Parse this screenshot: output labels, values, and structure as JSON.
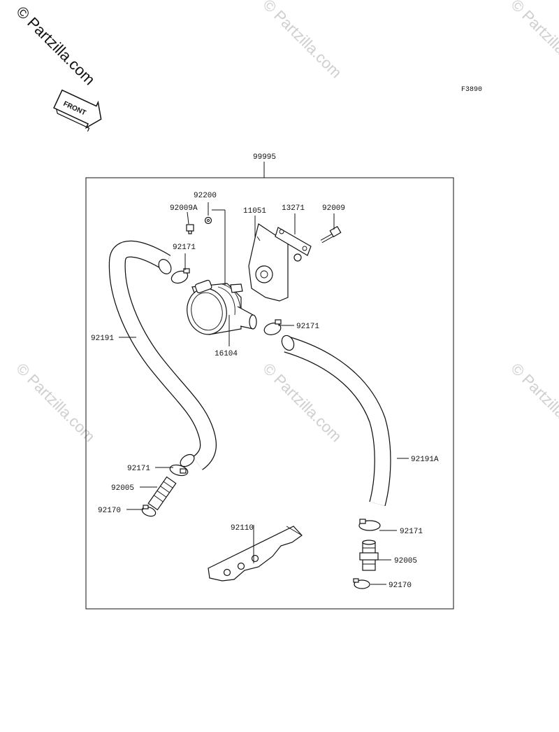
{
  "watermarks": {
    "primary": "© Partzilla.com",
    "faint": "© Partzilla.com"
  },
  "front_arrow": {
    "label": "FRONT"
  },
  "diagram_id": "F3890",
  "parts": {
    "kit": "99995",
    "washer": "92200",
    "bolt_a": "92009A",
    "bracket": "11051",
    "plate": "13271",
    "bolt": "92009",
    "clamp_top_left": "92171",
    "clamp_mid_right": "92171",
    "filter": "16104",
    "hose_left": "92191",
    "hose_right": "92191A",
    "clamp_lower_left": "92171",
    "fitting_left": "92005",
    "clamp_small_left": "92170",
    "guard": "92110",
    "clamp_lower_right": "92171",
    "fitting_right": "92005",
    "clamp_small_right": "92170"
  }
}
